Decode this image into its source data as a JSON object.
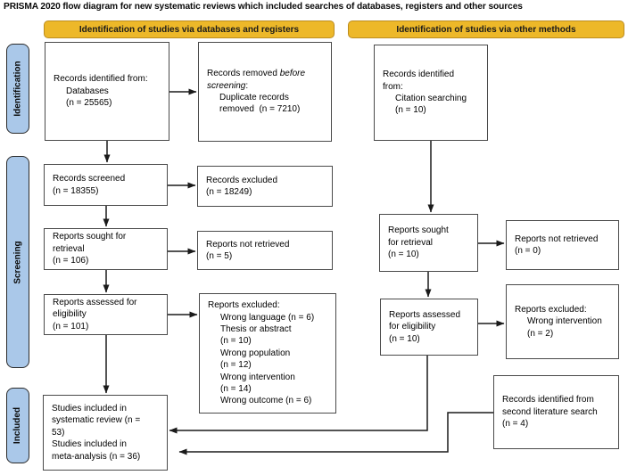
{
  "title": "PRISMA 2020 flow diagram for new systematic reviews which included searches of databases, registers and other sources",
  "banners": {
    "databases": "Identification of studies via databases and registers",
    "other": "Identification of studies via other methods"
  },
  "stage_labels": {
    "identification": "Identification",
    "screening": "Screening",
    "included": "Included"
  },
  "boxes": {
    "db_identified": {
      "lines": [
        {
          "t": "Records identified from:"
        },
        {
          "t": "Databases",
          "indent": true
        },
        {
          "t": "(n = 25565)",
          "indent": true
        }
      ]
    },
    "records_removed": {
      "lines": [
        {
          "runs": [
            {
              "t": "Records removed "
            },
            {
              "t": "before",
              "em": true
            }
          ]
        },
        {
          "runs": [
            {
              "t": "screening",
              "em": true
            },
            {
              "t": ":"
            }
          ]
        },
        {
          "t": "Duplicate records",
          "indent": true
        },
        {
          "t": "removed  (n = 7210)",
          "indent": true
        }
      ]
    },
    "records_screened": {
      "lines": [
        {
          "t": "Records screened"
        },
        {
          "t": "(n = 18355)"
        }
      ]
    },
    "records_excluded": {
      "lines": [
        {
          "t": "Records excluded"
        },
        {
          "t": "(n = 18249)"
        }
      ]
    },
    "reports_sought": {
      "lines": [
        {
          "t": "Reports sought for"
        },
        {
          "t": "retrieval"
        },
        {
          "t": "(n = 106)"
        }
      ]
    },
    "reports_not_retrieved": {
      "lines": [
        {
          "t": "Reports not retrieved"
        },
        {
          "t": "(n = 5)"
        }
      ]
    },
    "reports_assessed": {
      "lines": [
        {
          "t": "Reports assessed for"
        },
        {
          "t": "eligibility"
        },
        {
          "t": "(n = 101)"
        }
      ]
    },
    "reports_excluded": {
      "lines": [
        {
          "t": "Reports excluded:"
        },
        {
          "t": "Wrong language (n = 6)",
          "indent": true
        },
        {
          "t": "Thesis or abstract",
          "indent": true
        },
        {
          "t": "(n = 10)",
          "indent": true
        },
        {
          "t": "Wrong population",
          "indent": true
        },
        {
          "t": "(n = 12)",
          "indent": true
        },
        {
          "t": "Wrong intervention",
          "indent": true
        },
        {
          "t": "(n = 14)",
          "indent": true
        },
        {
          "t": "Wrong outcome (n = 6)",
          "indent": true
        }
      ]
    },
    "studies_included": {
      "lines": [
        {
          "t": "Studies included in"
        },
        {
          "t": "systematic review (n ="
        },
        {
          "t": "53)"
        },
        {
          "t": "Studies included in"
        },
        {
          "t": "meta-analysis (n = 36)"
        }
      ]
    },
    "citation_identified": {
      "lines": [
        {
          "t": "Records identified"
        },
        {
          "t": "from:"
        },
        {
          "t": "Citation searching",
          "indent": true
        },
        {
          "t": "(n = 10)",
          "indent": true
        }
      ]
    },
    "other_reports_sought": {
      "lines": [
        {
          "t": "Reports sought"
        },
        {
          "t": "for retrieval"
        },
        {
          "t": "(n = 10)"
        }
      ]
    },
    "other_reports_not_retrieved": {
      "lines": [
        {
          "t": "Reports not retrieved"
        },
        {
          "t": "(n = 0)"
        }
      ]
    },
    "other_reports_assessed": {
      "lines": [
        {
          "t": "Reports assessed"
        },
        {
          "t": "for eligibility"
        },
        {
          "t": "(n = 10)"
        }
      ]
    },
    "other_reports_excluded": {
      "lines": [
        {
          "t": "Reports excluded:"
        },
        {
          "t": "Wrong intervention",
          "indent": true
        },
        {
          "t": "(n = 2)",
          "indent": true
        }
      ]
    },
    "second_search": {
      "lines": [
        {
          "t": "Records identified from"
        },
        {
          "t": "second literature search"
        },
        {
          "t": "(n = 4)"
        }
      ]
    }
  },
  "colors": {
    "banner_fill": "#EDB829",
    "banner_border": "#BC8C1E",
    "stage_fill": "#AAC8E9",
    "stage_border": "#2B2B2B",
    "box_border": "#4A4A4A",
    "arrow": "#1A1A1A"
  }
}
